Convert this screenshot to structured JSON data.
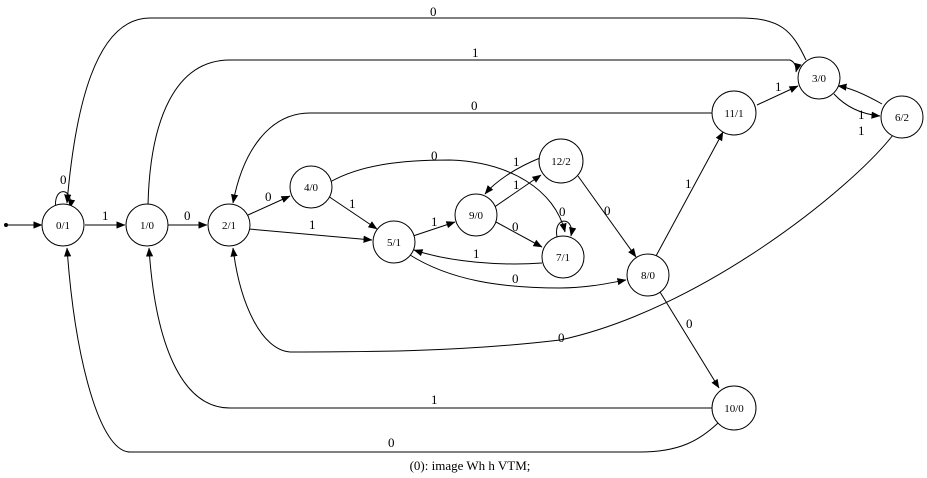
{
  "diagram": {
    "caption": "(0): image Wh h VTM;",
    "states": [
      {
        "id": "s0",
        "label": "0/1"
      },
      {
        "id": "s1",
        "label": "1/0"
      },
      {
        "id": "s2",
        "label": "2/1"
      },
      {
        "id": "s3",
        "label": "3/0"
      },
      {
        "id": "s4",
        "label": "4/0"
      },
      {
        "id": "s5",
        "label": "5/1"
      },
      {
        "id": "s6",
        "label": "6/2"
      },
      {
        "id": "s7",
        "label": "7/1"
      },
      {
        "id": "s8",
        "label": "8/0"
      },
      {
        "id": "s9",
        "label": "9/0"
      },
      {
        "id": "s10",
        "label": "10/0"
      },
      {
        "id": "s11",
        "label": "11/1"
      },
      {
        "id": "s12",
        "label": "12/2"
      }
    ],
    "edges": [
      {
        "id": "e-start-0",
        "from": "start",
        "to": "s0",
        "label": ""
      },
      {
        "id": "e-0-0",
        "from": "s0",
        "to": "s0",
        "label": "0"
      },
      {
        "id": "e-0-1",
        "from": "s0",
        "to": "s1",
        "label": "1"
      },
      {
        "id": "e-1-2",
        "from": "s1",
        "to": "s2",
        "label": "0"
      },
      {
        "id": "e-1-3",
        "from": "s1",
        "to": "s3",
        "label": "1"
      },
      {
        "id": "e-2-4",
        "from": "s2",
        "to": "s4",
        "label": "0"
      },
      {
        "id": "e-2-5",
        "from": "s2",
        "to": "s5",
        "label": "1"
      },
      {
        "id": "e-3-0",
        "from": "s3",
        "to": "s0",
        "label": "0"
      },
      {
        "id": "e-3-6",
        "from": "s3",
        "to": "s6",
        "label": "1"
      },
      {
        "id": "e-4-7",
        "from": "s4",
        "to": "s7",
        "label": "0"
      },
      {
        "id": "e-4-5",
        "from": "s4",
        "to": "s5",
        "label": "1"
      },
      {
        "id": "e-5-8",
        "from": "s5",
        "to": "s8",
        "label": "0"
      },
      {
        "id": "e-5-9",
        "from": "s5",
        "to": "s9",
        "label": "1"
      },
      {
        "id": "e-6-2",
        "from": "s6",
        "to": "s2",
        "label": "0"
      },
      {
        "id": "e-6-3",
        "from": "s6",
        "to": "s3",
        "label": "1"
      },
      {
        "id": "e-7-7",
        "from": "s7",
        "to": "s7",
        "label": "0"
      },
      {
        "id": "e-7-5",
        "from": "s7",
        "to": "s5",
        "label": "1"
      },
      {
        "id": "e-8-10",
        "from": "s8",
        "to": "s10",
        "label": "0"
      },
      {
        "id": "e-8-11",
        "from": "s8",
        "to": "s11",
        "label": "1"
      },
      {
        "id": "e-9-7",
        "from": "s9",
        "to": "s7",
        "label": "0"
      },
      {
        "id": "e-9-12",
        "from": "s9",
        "to": "s12",
        "label": "1"
      },
      {
        "id": "e-10-0",
        "from": "s10",
        "to": "s0",
        "label": "0"
      },
      {
        "id": "e-10-1",
        "from": "s10",
        "to": "s1",
        "label": "1"
      },
      {
        "id": "e-11-2",
        "from": "s11",
        "to": "s2",
        "label": "0"
      },
      {
        "id": "e-11-3",
        "from": "s11",
        "to": "s3",
        "label": "1"
      },
      {
        "id": "e-12-8",
        "from": "s12",
        "to": "s8",
        "label": "0"
      },
      {
        "id": "e-12-9",
        "from": "s12",
        "to": "s9",
        "label": "1"
      }
    ]
  }
}
